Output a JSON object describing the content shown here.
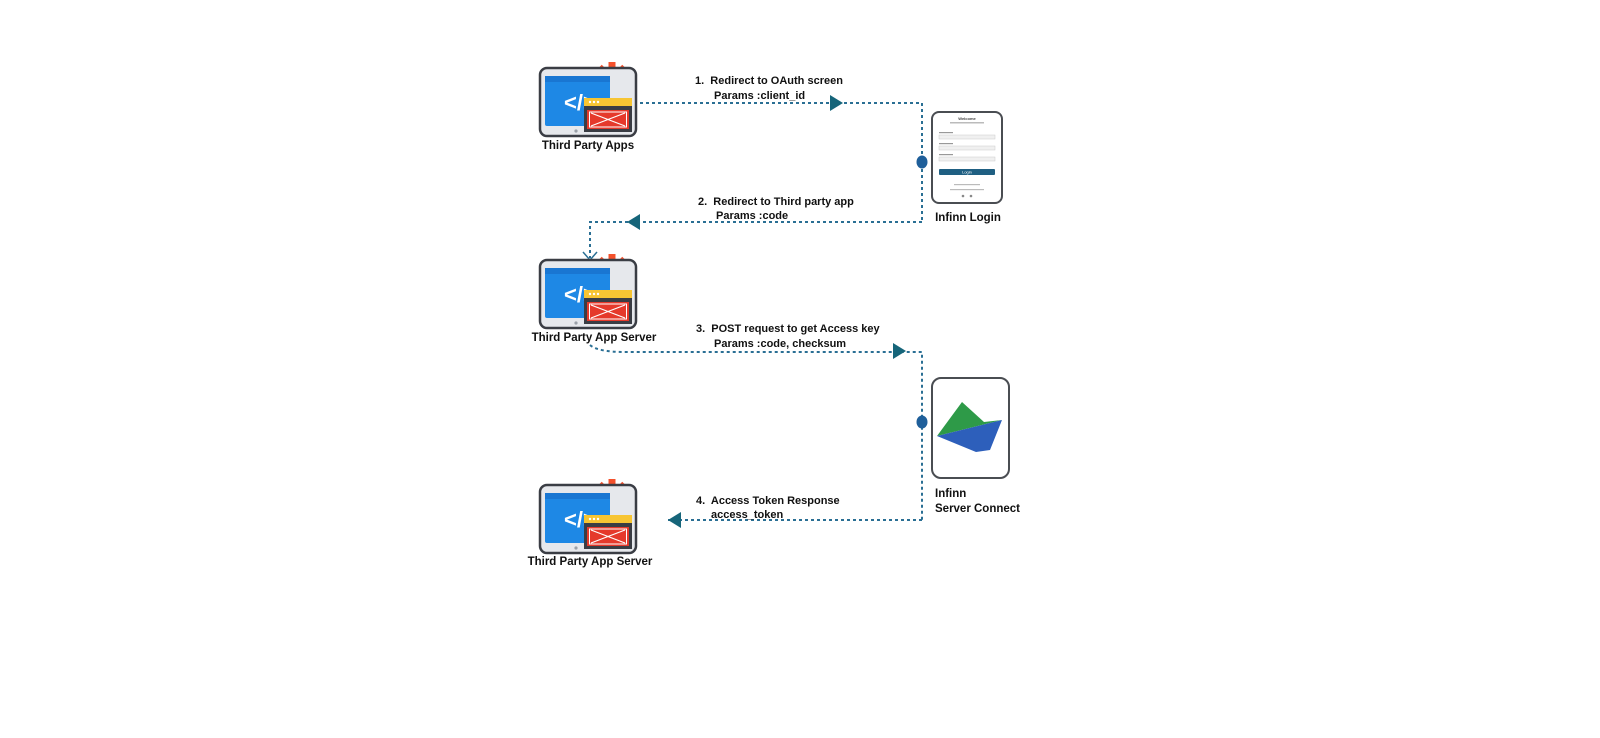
{
  "nodes": {
    "third_party_apps": {
      "label": "Third Party Apps"
    },
    "app_server_1": {
      "label": "Third Party App Server"
    },
    "app_server_2": {
      "label": "Third Party App Server"
    },
    "infinn_login": {
      "label": "Infinn Login",
      "form": {
        "title": "Welcome",
        "button": "Login"
      }
    },
    "server_connect": {
      "label_line1": "Infinn",
      "label_line2": "Server Connect"
    }
  },
  "steps": [
    {
      "line1": "1.  Redirect to OAuth screen",
      "line2": "Params :client_id"
    },
    {
      "line1": "2.  Redirect to Third party app",
      "line2": "Params :code"
    },
    {
      "line1": "3.  POST request to get Access key",
      "line2": "Params :code, checksum"
    },
    {
      "line1": "4.  Access Token Response",
      "line2": "access_token"
    }
  ],
  "colors": {
    "connector": "#2a6f94",
    "arrowhead": "#16657a",
    "monitor_blue": "#1e88e5",
    "window_red": "#e5392b",
    "window_yellow": "#f7c533",
    "gear_orange": "#f4512c",
    "logo_green": "#2e9a48",
    "logo_blue": "#2d5fbb",
    "login_button": "#1f5f82"
  },
  "icons": [
    "app-server-icon",
    "login-phone-icon",
    "infinn-logo-icon"
  ]
}
